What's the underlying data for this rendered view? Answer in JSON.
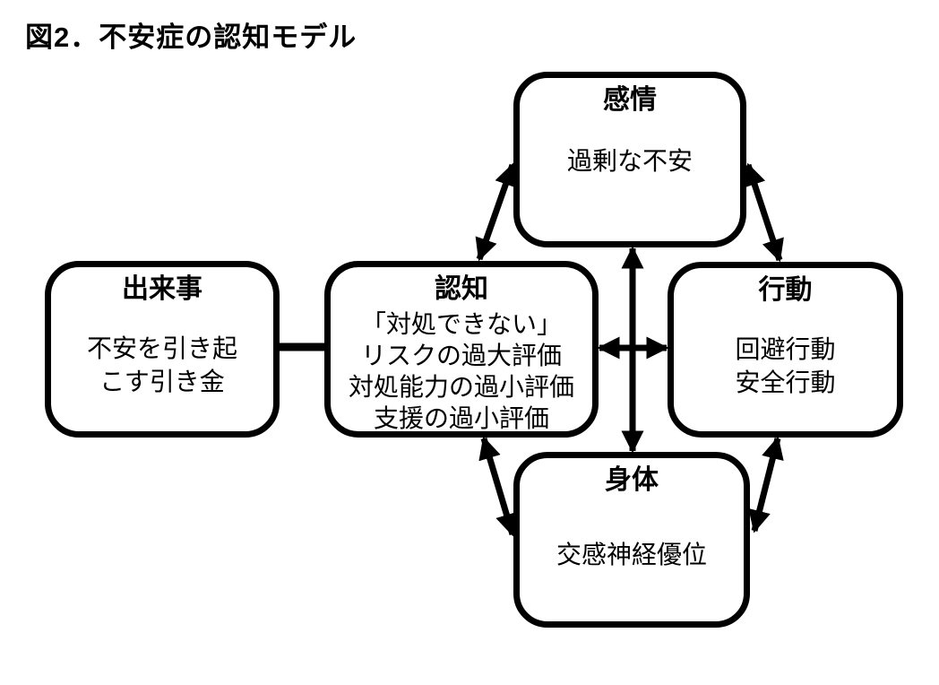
{
  "figure": {
    "title": "図2．不安症の認知モデル"
  },
  "nodes": {
    "emotion": {
      "label": "感情",
      "content_lines": [
        "過剰な不安"
      ]
    },
    "event": {
      "label": "出来事",
      "content_lines": [
        "不安を引き起",
        "こす引き金"
      ]
    },
    "cognition": {
      "label": "認知",
      "content_lines": [
        "「対処できない」",
        "リスクの過大評価",
        "対処能力の過小評価",
        "支援の過小評価"
      ]
    },
    "behavior": {
      "label": "行動",
      "content_lines": [
        "回避行動",
        "安全行動"
      ]
    },
    "body": {
      "label": "身体",
      "content_lines": [
        "交感神経優位"
      ]
    }
  },
  "edges": [
    {
      "from": "出来事",
      "to": "認知",
      "style": "plain-line"
    },
    {
      "from": "認知",
      "to": "行動",
      "style": "double-arrow"
    },
    {
      "from": "感情",
      "to": "身体",
      "style": "double-arrow"
    },
    {
      "from": "感情",
      "to": "認知",
      "style": "double-arrow"
    },
    {
      "from": "感情",
      "to": "行動",
      "style": "double-arrow"
    },
    {
      "from": "認知",
      "to": "身体",
      "style": "double-arrow"
    },
    {
      "from": "行動",
      "to": "身体",
      "style": "double-arrow"
    }
  ],
  "colors": {
    "line": "#000000",
    "background": "#ffffff",
    "text": "#000000"
  }
}
